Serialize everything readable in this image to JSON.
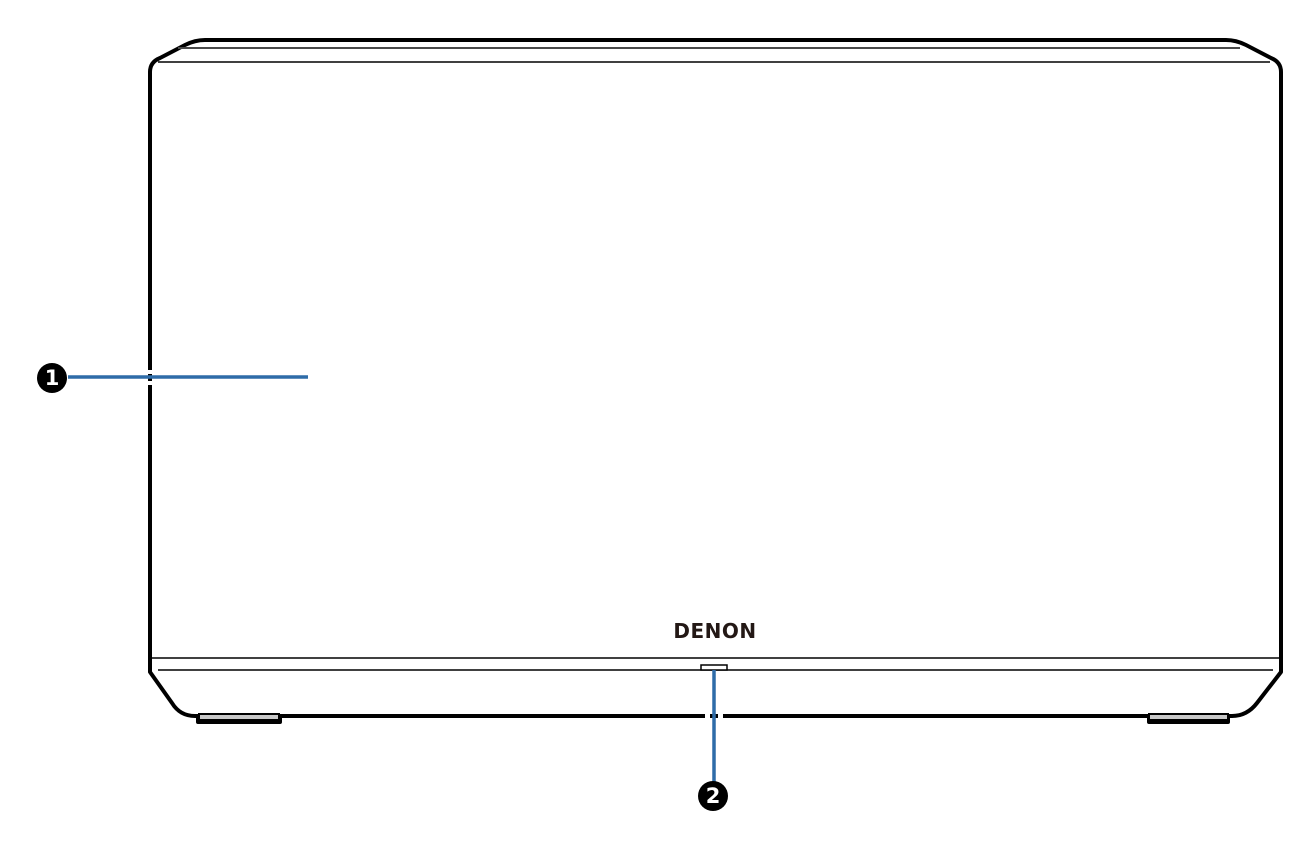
{
  "diagram": {
    "subject": "speaker-front-view",
    "brand_logo": "DENON",
    "callouts": [
      {
        "number": "1",
        "target": "front grille"
      },
      {
        "number": "2",
        "target": "status indicator"
      }
    ],
    "colors": {
      "outline": "#000000",
      "leader_line": "#2e6ca8",
      "foot_fill": "#c8c8c8",
      "background": "#ffffff"
    }
  }
}
